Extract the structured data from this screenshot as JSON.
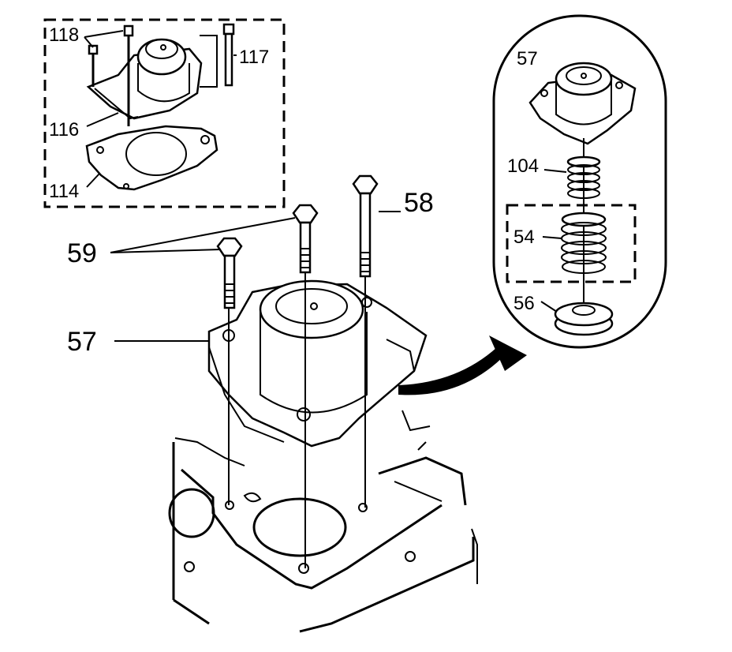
{
  "callouts": {
    "c118": "118",
    "c117": "117",
    "c116": "116",
    "c114": "114",
    "c58": "58",
    "c59": "59",
    "c57_main": "57",
    "c57_detail": "57",
    "c104": "104",
    "c54": "54",
    "c56": "56"
  },
  "colors": {
    "ink": "#000000",
    "paper": "#ffffff"
  }
}
